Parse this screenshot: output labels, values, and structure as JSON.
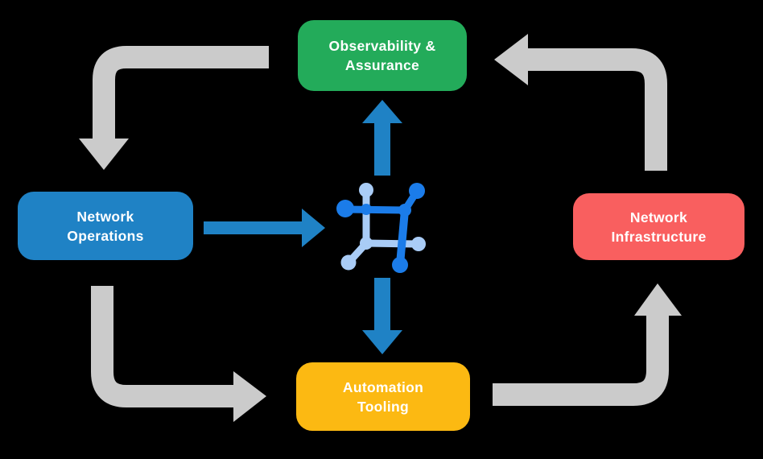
{
  "diagram": {
    "background": "#000000",
    "nodes": [
      {
        "id": "observability-assurance",
        "line1": "Observability &",
        "line2": "Assurance",
        "color": "#23AB5A"
      },
      {
        "id": "network-operations",
        "line1": "Network",
        "line2": "Operations",
        "color": "#1F82C5"
      },
      {
        "id": "network-infrastructure",
        "line1": "Network",
        "line2": "Infrastructure",
        "color": "#F95F5F"
      },
      {
        "id": "automation-tooling",
        "line1": "Automation",
        "line2": "Tooling",
        "color": "#FCB912"
      }
    ],
    "colors": {
      "cycle_arrow": "#CBCBCB",
      "flow_arrow": "#1F82C5",
      "icon_dark": "#1B7CE9",
      "icon_light": "#A9CCF6",
      "node_text": "#FFFFFF"
    },
    "center_icon": {
      "name": "network-mesh-icon"
    },
    "cycle_arrows": [
      {
        "from": "observability-assurance",
        "to": "network-operations"
      },
      {
        "from": "network-operations",
        "to": "automation-tooling"
      },
      {
        "from": "automation-tooling",
        "to": "network-infrastructure"
      },
      {
        "from": "network-infrastructure",
        "to": "observability-assurance"
      }
    ],
    "flow_arrows": [
      {
        "from": "network-operations",
        "to": "center-icon"
      },
      {
        "from": "center-icon",
        "to": "observability-assurance"
      },
      {
        "from": "center-icon",
        "to": "automation-tooling"
      }
    ]
  }
}
